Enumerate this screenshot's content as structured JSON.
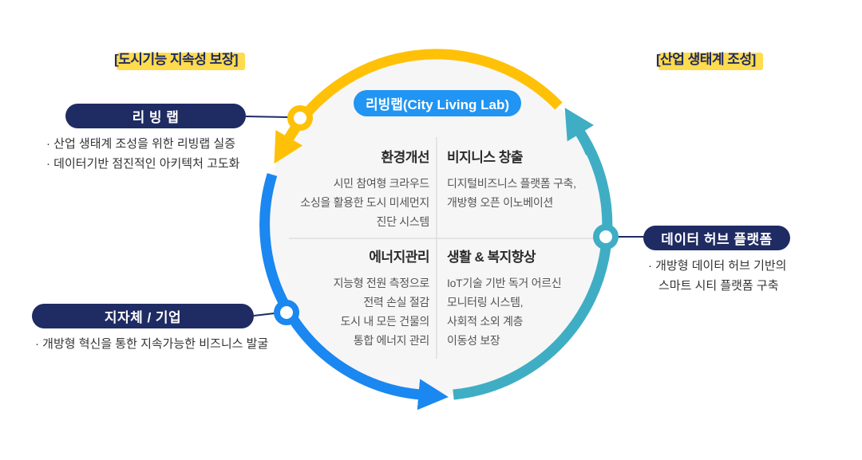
{
  "labels": {
    "top_left": "[도시기능 지속성 보장]",
    "top_right": "[산업 생태계 조성]"
  },
  "center_badge": "리빙랩(City Living Lab)",
  "side_items": [
    {
      "title": "리 빙 랩",
      "bullets": [
        "· 산업 생태계 조성을 위한 리빙랩 실증",
        "· 데이터기반 점진적인 아키텍처 고도화"
      ]
    },
    {
      "title": "지자체 / 기업",
      "bullets": [
        "· 개방형 혁신을 통한 지속가능한 비즈니스 발굴"
      ]
    },
    {
      "title": "데이터 허브 플랫폼",
      "bullets": [
        "· 개방형 데이터 허브 기반의",
        "스마트 시티 플랫폼 구축"
      ]
    }
  ],
  "quadrants": [
    {
      "title": "환경개선",
      "lines": [
        "시민 참여형 크라우드",
        "소싱을 활용한 도시 미세먼지",
        "진단 시스템"
      ]
    },
    {
      "title": "비지니스 창출",
      "lines": [
        "디지털비즈니스 플랫폼 구축,",
        "개방형 오픈 이노베이션"
      ]
    },
    {
      "title": "에너지관리",
      "lines": [
        "지능형 전원 측정으로",
        "전력 손실 절감",
        "도시 내 모든 건물의",
        "통합 에너지 관리"
      ]
    },
    {
      "title": "생활 & 복지향상",
      "lines": [
        "IoT기술 기반 독거 어르신",
        "모니터링 시스템,",
        "사회적 소외 계층",
        "이동성 보장"
      ]
    }
  ],
  "colors": {
    "arc_yellow": "#FFC107",
    "arc_blue": "#1B87F0",
    "arc_teal": "#3FAEC4",
    "pill_navy": "#1F2B63",
    "center_pill_blue": "#2095F3",
    "label_highlight": "#FFDB4D",
    "inner_circle": "#F6F6F6",
    "divider_gray": "#DDDDDD"
  }
}
